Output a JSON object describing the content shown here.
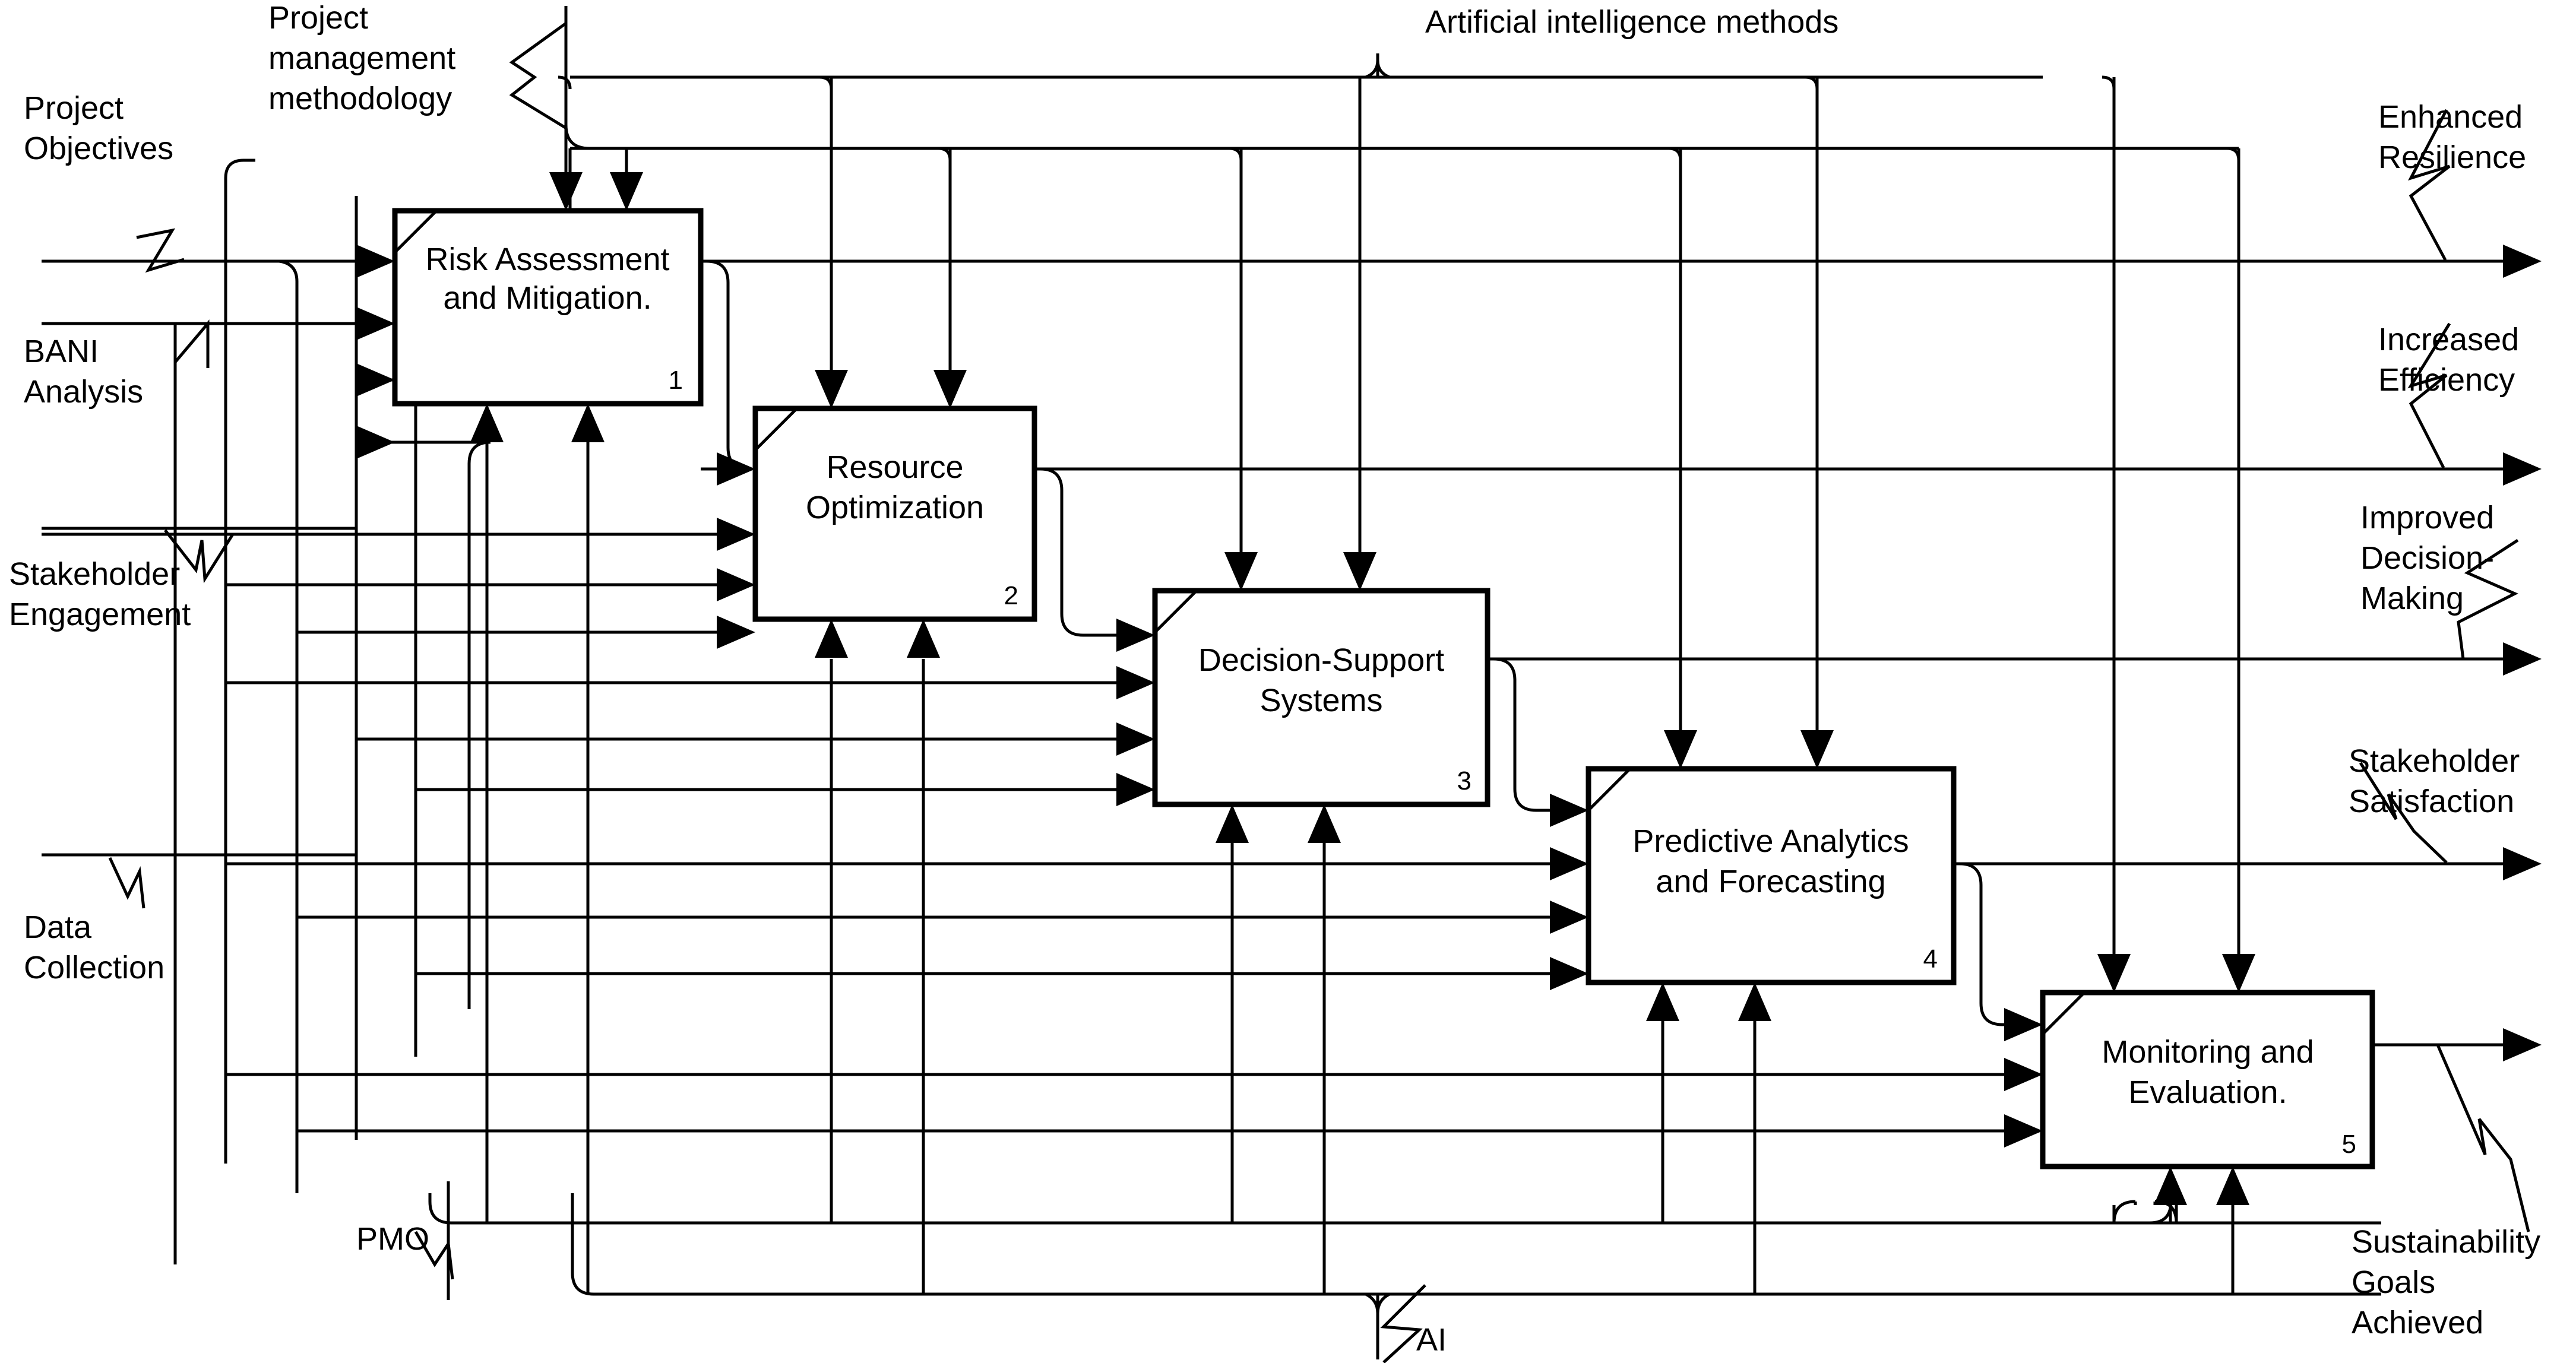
{
  "diagram": {
    "type": "IDEF0",
    "title": "AI-enabled project management IDEF0 activity model",
    "activities": [
      {
        "id": "A1",
        "number": "1",
        "line1": "Risk Assessment",
        "line2": "and Mitigation."
      },
      {
        "id": "A2",
        "number": "2",
        "line1": "Resource",
        "line2": "Optimization"
      },
      {
        "id": "A3",
        "number": "3",
        "line1": "Decision-Support",
        "line2": "Systems"
      },
      {
        "id": "A4",
        "number": "4",
        "line1": "Predictive Analytics",
        "line2": "and Forecasting"
      },
      {
        "id": "A5",
        "number": "5",
        "line1": "Monitoring and",
        "line2": "Evaluation."
      }
    ],
    "inputs": [
      {
        "id": "I1",
        "line1": "Project",
        "line2": "Objectives"
      },
      {
        "id": "I2",
        "line1": "BANI",
        "line2": "Analysis"
      },
      {
        "id": "I3",
        "line1": "Stakeholder",
        "line2": "Engagement"
      },
      {
        "id": "I4",
        "line1": "Data",
        "line2": "Collection"
      }
    ],
    "controls": [
      {
        "id": "C1",
        "line1": "Project",
        "line2": "management",
        "line3": "methodology"
      },
      {
        "id": "C2",
        "line1": "Artificial intelligence methods"
      }
    ],
    "mechanisms": [
      {
        "id": "M1",
        "line1": "PMO"
      },
      {
        "id": "M2",
        "line1": "AI"
      }
    ],
    "outputs": [
      {
        "id": "O1",
        "line1": "Enhanced",
        "line2": "Resilience"
      },
      {
        "id": "O2",
        "line1": "Increased",
        "line2": "Efficiency"
      },
      {
        "id": "O3",
        "line1": "Improved",
        "line2": "Decision-",
        "line3": "Making"
      },
      {
        "id": "O4",
        "line1": "Stakeholder",
        "line2": "Satisfaction"
      },
      {
        "id": "O5",
        "line1": "Sustainability",
        "line2": "Goals",
        "line3": "Achieved"
      }
    ],
    "colors": {
      "stroke": "#000000",
      "background": "#ffffff"
    }
  }
}
